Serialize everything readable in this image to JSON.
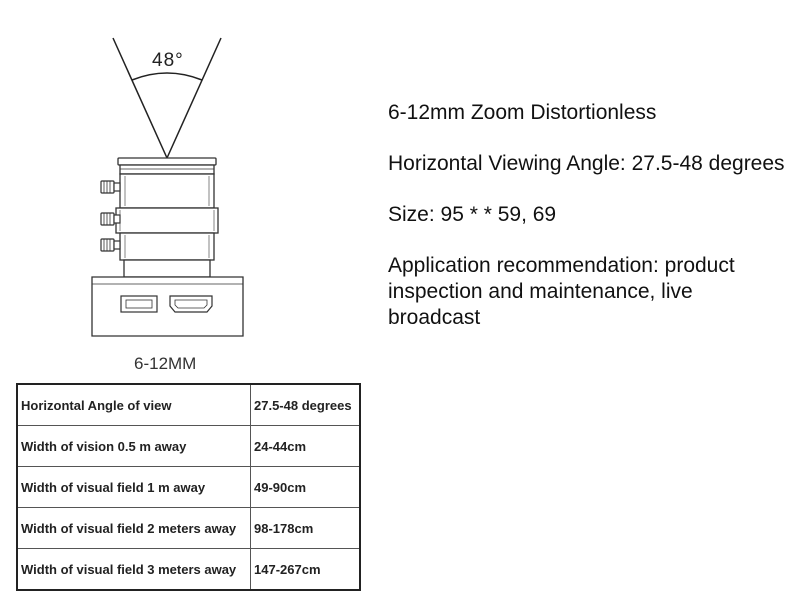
{
  "illustration": {
    "angle_label": "48°",
    "model_label": "6-12MM"
  },
  "description": {
    "title": "6-12mm Zoom Distortionless",
    "viewing_angle": "Horizontal Viewing Angle: 27.5-48 degrees",
    "size": "Size: 95 * * 59, 69",
    "application": "Application recommendation: product inspection and maintenance, live broadcast"
  },
  "spec_table": {
    "rows": [
      {
        "label": "Horizontal Angle of view",
        "value": "27.5-48 degrees"
      },
      {
        "label": "Width of vision 0.5 m away",
        "value": "24-44cm"
      },
      {
        "label": "Width of visual field 1 m away",
        "value": "49-90cm"
      },
      {
        "label": "Width of visual field 2 meters away",
        "value": "98-178cm"
      },
      {
        "label": "Width of visual field 3 meters away",
        "value": "147-267cm"
      }
    ]
  }
}
